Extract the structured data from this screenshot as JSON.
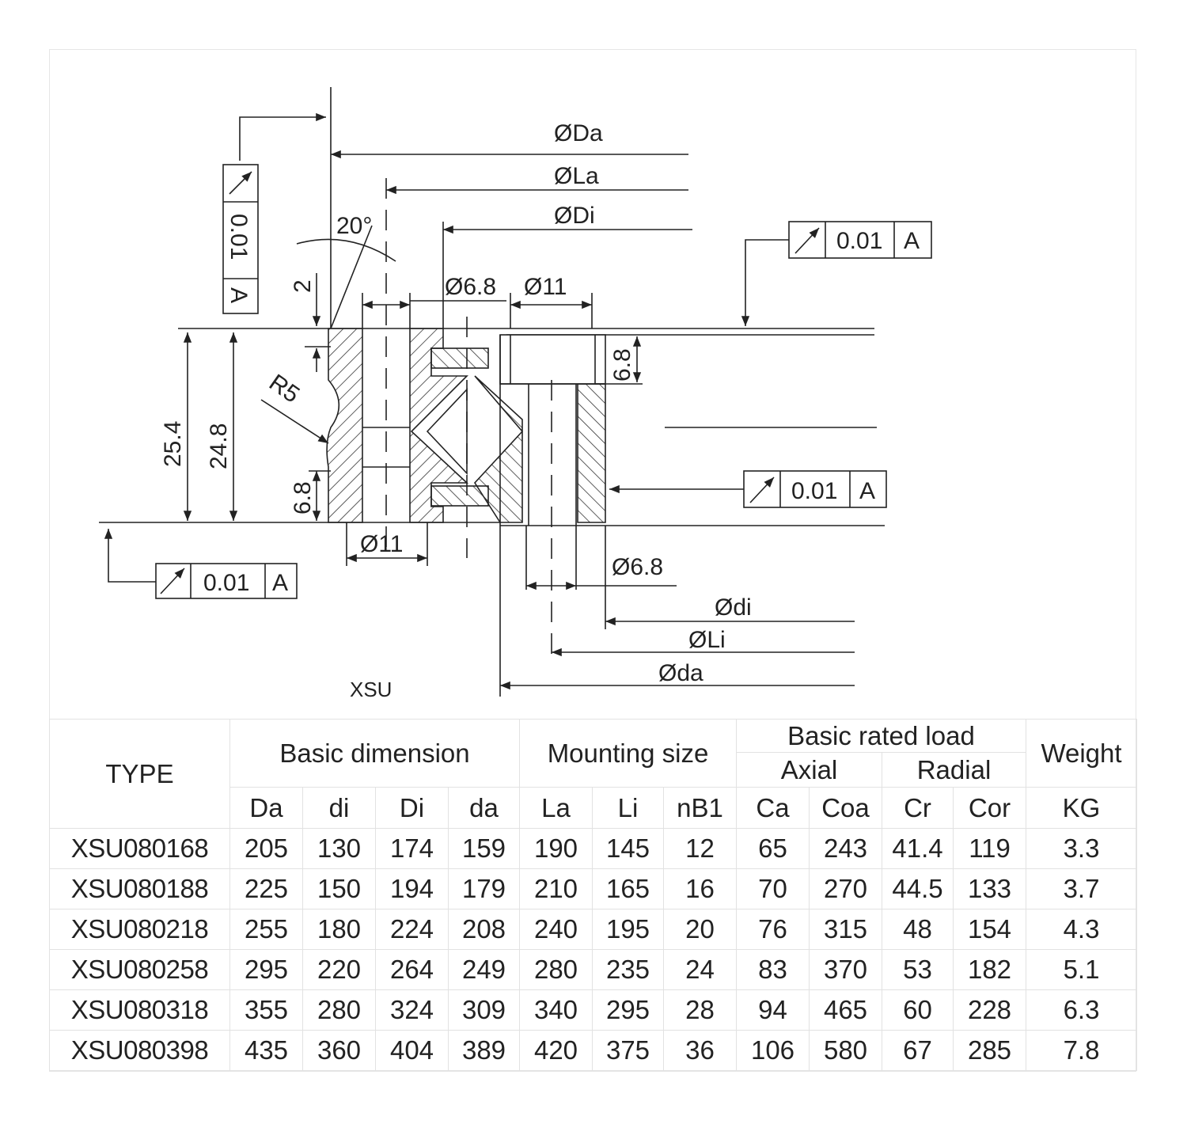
{
  "drawing": {
    "label_Da": "ØDa",
    "label_La": "ØLa",
    "label_Di": "ØDi",
    "label_di": "Ødi",
    "label_Li": "ØLi",
    "label_da": "Øda",
    "angle": "20°",
    "radius": "R5",
    "dim_2": "2",
    "dim_25_4": "25.4",
    "dim_24_8": "24.8",
    "dim_6_8_left": "6.8",
    "dim_6_8_right": "6.8",
    "hole_6_8_top": "Ø6.8",
    "hole_11_top": "Ø11",
    "hole_11_bottom": "Ø11",
    "hole_6_8_bottom": "Ø6.8",
    "tol_value": "0.01",
    "datum": "A",
    "caption": "XSU"
  },
  "table": {
    "type_header": "TYPE",
    "basic_dimension": "Basic dimension",
    "mounting_size": "Mounting size",
    "basic_rated_load": "Basic rated load",
    "axial": "Axial",
    "radial": "Radial",
    "weight": "Weight",
    "columns": [
      "Da",
      "di",
      "Di",
      "da",
      "La",
      "Li",
      "nB1",
      "Ca",
      "Coa",
      "Cr",
      "Cor",
      "KG"
    ],
    "rows": [
      [
        "XSU080168",
        "205",
        "130",
        "174",
        "159",
        "190",
        "145",
        "12",
        "65",
        "243",
        "41.4",
        "119",
        "3.3"
      ],
      [
        "XSU080188",
        "225",
        "150",
        "194",
        "179",
        "210",
        "165",
        "16",
        "70",
        "270",
        "44.5",
        "133",
        "3.7"
      ],
      [
        "XSU080218",
        "255",
        "180",
        "224",
        "208",
        "240",
        "195",
        "20",
        "76",
        "315",
        "48",
        "154",
        "4.3"
      ],
      [
        "XSU080258",
        "295",
        "220",
        "264",
        "249",
        "280",
        "235",
        "24",
        "83",
        "370",
        "53",
        "182",
        "5.1"
      ],
      [
        "XSU080318",
        "355",
        "280",
        "324",
        "309",
        "340",
        "295",
        "28",
        "94",
        "465",
        "60",
        "228",
        "6.3"
      ],
      [
        "XSU080398",
        "435",
        "360",
        "404",
        "389",
        "420",
        "375",
        "36",
        "106",
        "580",
        "67",
        "285",
        "7.8"
      ]
    ]
  }
}
